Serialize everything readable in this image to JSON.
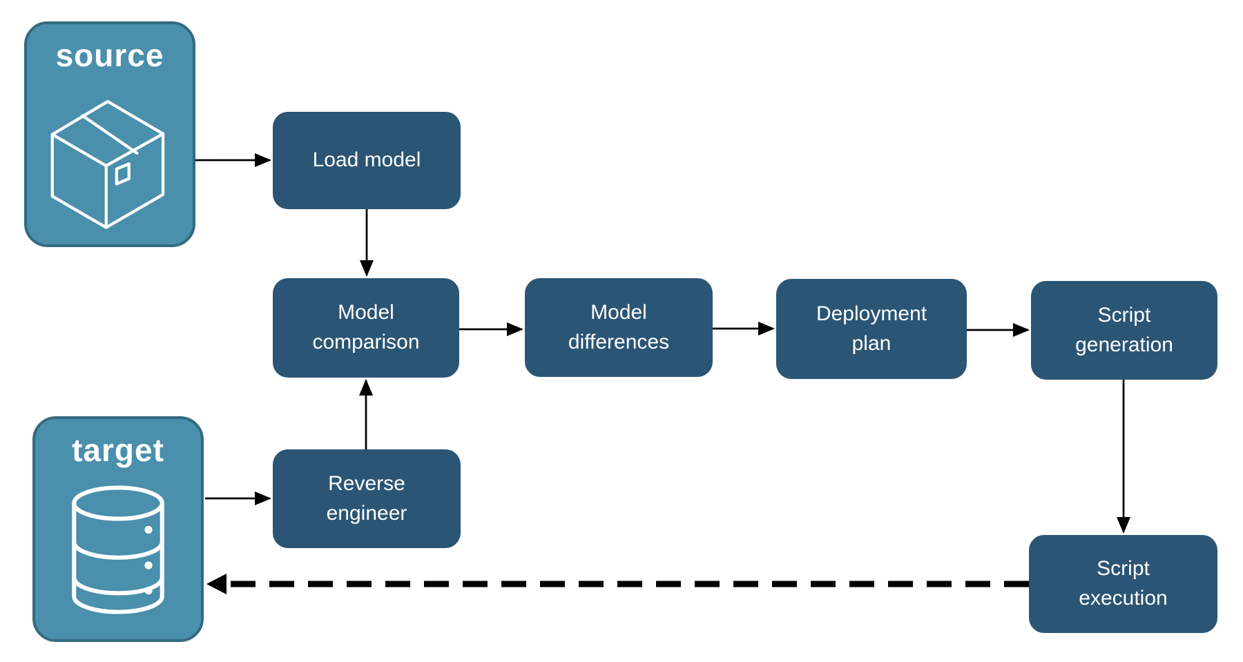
{
  "diagram": {
    "colors": {
      "step_fill": "#2b5574",
      "endpoint_fill": "#4a8fac",
      "endpoint_border": "#336a80",
      "arrow": "#000000",
      "text": "#ffffff",
      "background": "#ffffff"
    },
    "endpoints": [
      {
        "id": "source",
        "label": "source",
        "icon": "package-icon"
      },
      {
        "id": "target",
        "label": "target",
        "icon": "database-icon"
      }
    ],
    "steps": [
      {
        "id": "load-model",
        "label": "Load model"
      },
      {
        "id": "model-comparison",
        "label": "Model\ncomparison"
      },
      {
        "id": "reverse-engineer",
        "label": "Reverse\nengineer"
      },
      {
        "id": "model-differences",
        "label": "Model\ndifferences"
      },
      {
        "id": "deployment-plan",
        "label": "Deployment\nplan"
      },
      {
        "id": "script-generation",
        "label": "Script\ngeneration"
      },
      {
        "id": "script-execution",
        "label": "Script\nexecution"
      }
    ],
    "edges": [
      {
        "from": "source",
        "to": "load-model",
        "style": "solid"
      },
      {
        "from": "load-model",
        "to": "model-comparison",
        "style": "solid"
      },
      {
        "from": "target",
        "to": "reverse-engineer",
        "style": "solid"
      },
      {
        "from": "reverse-engineer",
        "to": "model-comparison",
        "style": "solid"
      },
      {
        "from": "model-comparison",
        "to": "model-differences",
        "style": "solid"
      },
      {
        "from": "model-differences",
        "to": "deployment-plan",
        "style": "solid"
      },
      {
        "from": "deployment-plan",
        "to": "script-generation",
        "style": "solid"
      },
      {
        "from": "script-generation",
        "to": "script-execution",
        "style": "solid"
      },
      {
        "from": "script-execution",
        "to": "target",
        "style": "dashed"
      }
    ]
  }
}
